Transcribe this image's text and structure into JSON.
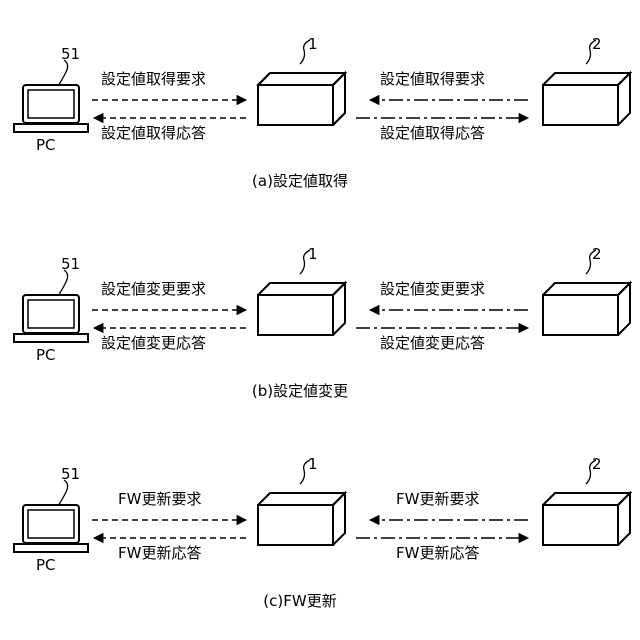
{
  "panels": [
    {
      "caption": "(a)設定値取得",
      "pc_ref": "51",
      "pc_label": "PC",
      "device1_ref": "1",
      "device2_ref": "2",
      "left_request": "設定値取得要求",
      "left_response": "設定値取得応答",
      "right_request": "設定値取得要求",
      "right_response": "設定値取得応答"
    },
    {
      "caption": "(b)設定値変更",
      "pc_ref": "51",
      "pc_label": "PC",
      "device1_ref": "1",
      "device2_ref": "2",
      "left_request": "設定値変更要求",
      "left_response": "設定値変更応答",
      "right_request": "設定値変更要求",
      "right_response": "設定値変更応答"
    },
    {
      "caption": "(c)FW更新",
      "pc_ref": "51",
      "pc_label": "PC",
      "device1_ref": "1",
      "device2_ref": "2",
      "left_request": "FW更新要求",
      "left_response": "FW更新応答",
      "right_request": "FW更新要求",
      "right_response": "FW更新応答"
    }
  ]
}
